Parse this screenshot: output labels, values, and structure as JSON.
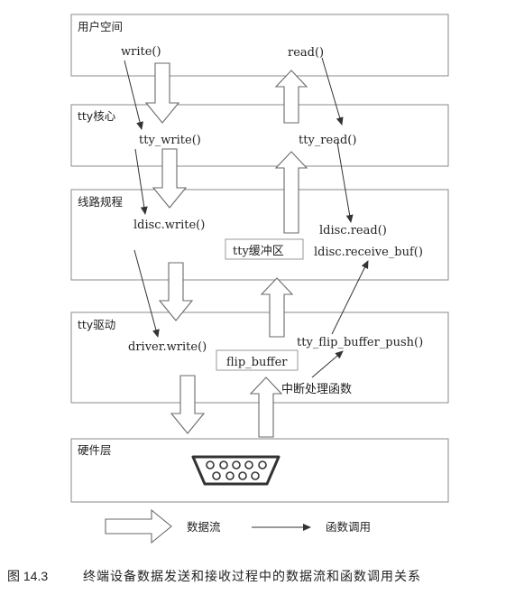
{
  "layers": {
    "user_space": "用户空间",
    "tty_core": "tty核心",
    "line_discipline": "线路规程",
    "tty_driver": "tty驱动",
    "hardware": "硬件层"
  },
  "functions": {
    "write": "write()",
    "read": "read()",
    "tty_write": "tty_write()",
    "tty_read": "tty_read()",
    "ldisc_write": "ldisc.write()",
    "ldisc_read": "ldisc.read()",
    "ldisc_receive_buf": "ldisc.receive_buf()",
    "driver_write": "driver.write()",
    "tty_flip_buffer_push": "tty_flip_buffer_push()",
    "interrupt_handler": "中断处理函数"
  },
  "buffers": {
    "tty_buffer": "tty缓冲区",
    "flip_buffer": "flip_buffer"
  },
  "legend": {
    "data_flow": "数据流",
    "function_call": "函数调用"
  },
  "caption": {
    "figure_number": "图 14.3",
    "text": "终端设备数据发送和接收过程中的数据流和函数调用关系"
  },
  "icons": {
    "hardware_port": "serial-port-icon"
  }
}
